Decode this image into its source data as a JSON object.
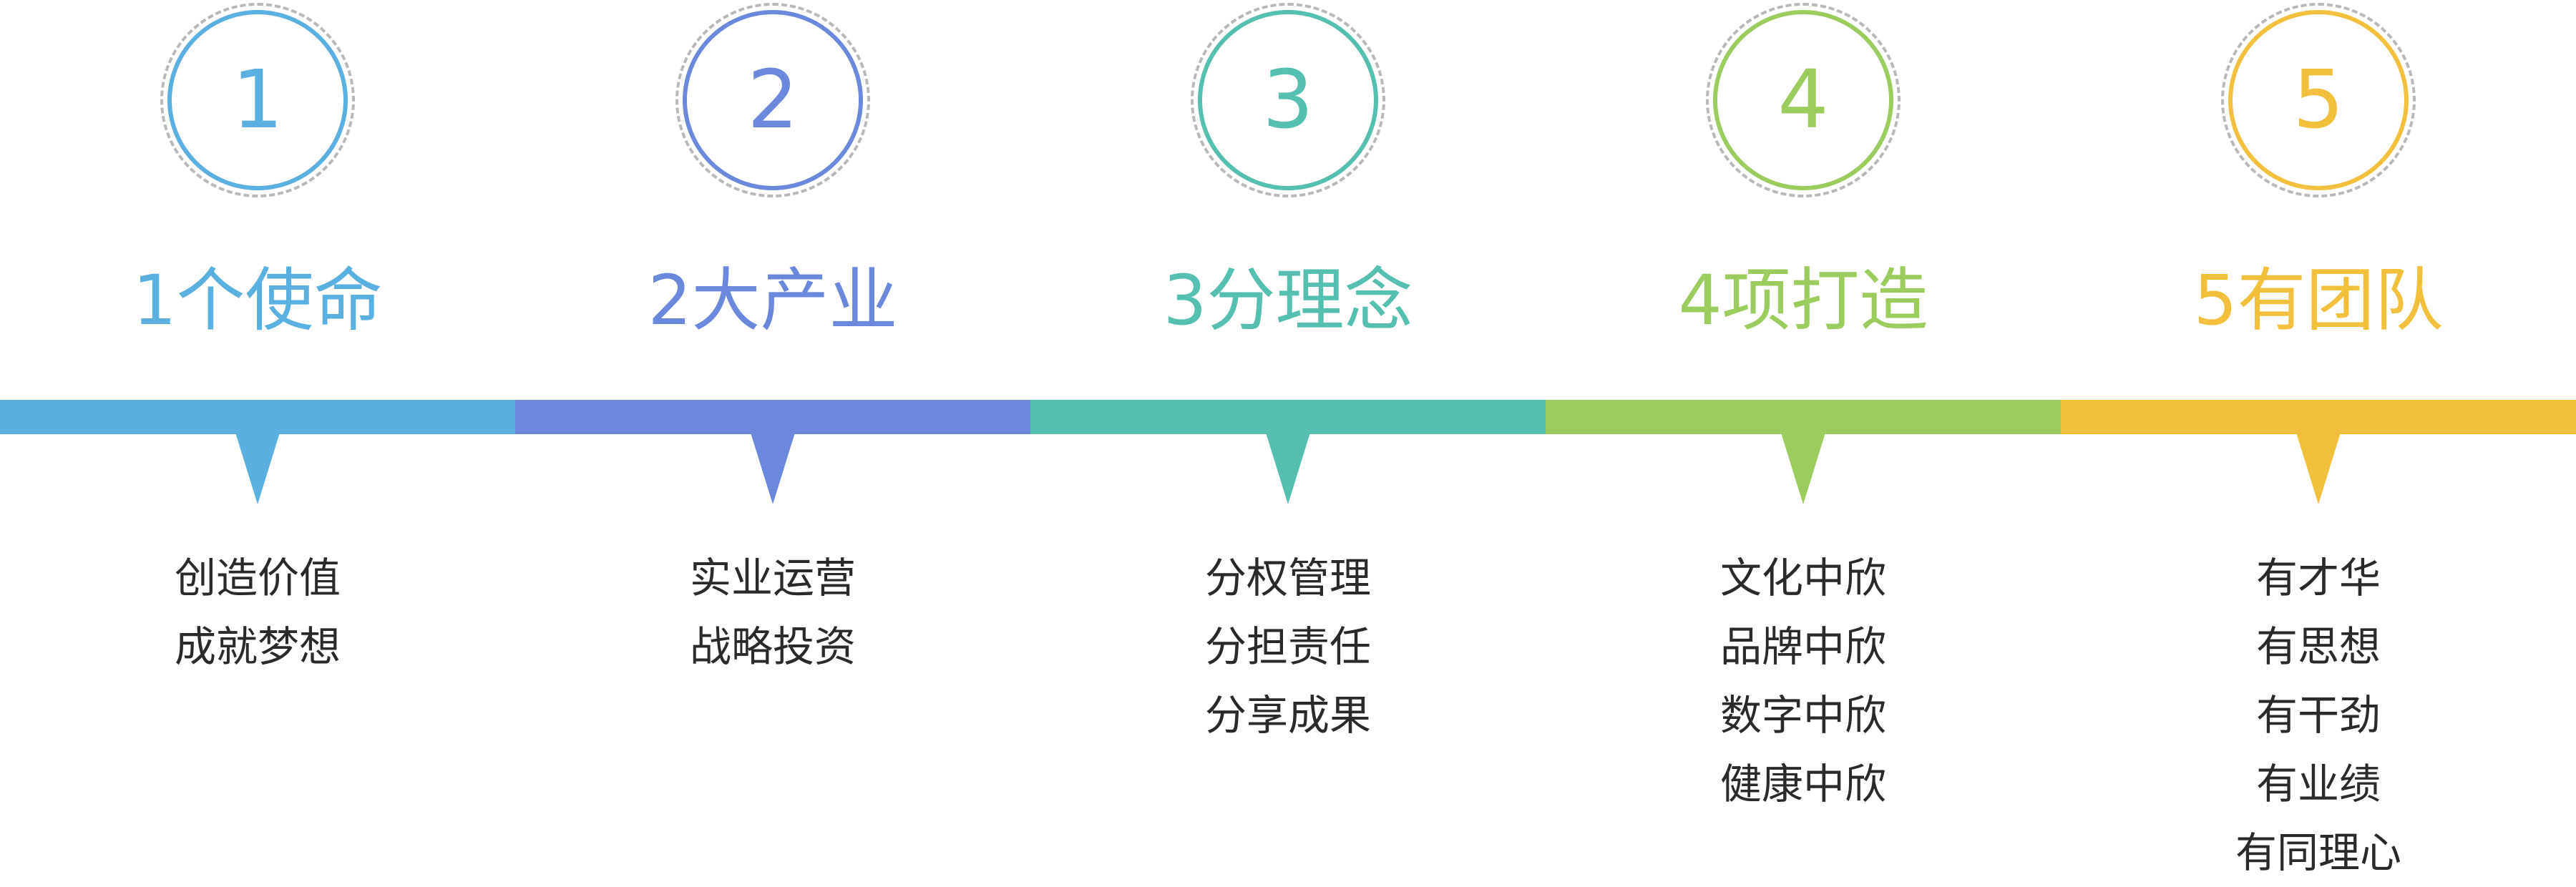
{
  "columns": [
    {
      "number": "1",
      "title": "1个使命",
      "color": "#5ab0e0",
      "items": [
        "创造价值",
        "成就梦想"
      ]
    },
    {
      "number": "2",
      "title": "2大产业",
      "color": "#6b88dc",
      "items": [
        "实业运营",
        "战略投资"
      ]
    },
    {
      "number": "3",
      "title": "3分理念",
      "color": "#55bfb0",
      "items": [
        "分权管理",
        "分担责任",
        "分享成果"
      ]
    },
    {
      "number": "4",
      "title": "4项打造",
      "color": "#9ccc5e",
      "items": [
        "文化中欣",
        "品牌中欣",
        "数字中欣",
        "健康中欣"
      ]
    },
    {
      "number": "5",
      "title": "5有团队",
      "color": "#f3c03d",
      "items": [
        "有才华",
        "有思想",
        "有干劲",
        "有业绩",
        "有同理心"
      ]
    }
  ]
}
